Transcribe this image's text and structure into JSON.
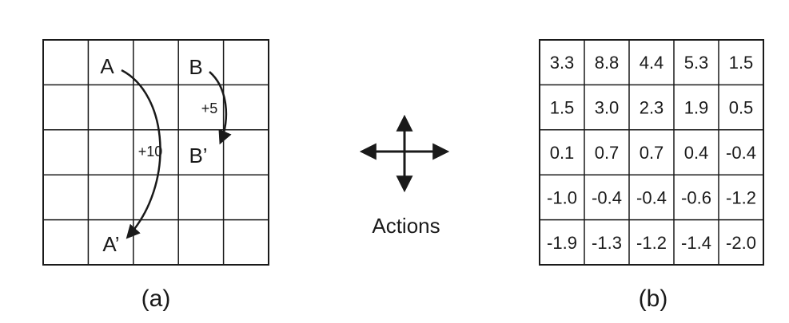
{
  "left_grid": {
    "rows": 5,
    "cols": 5,
    "labels": {
      "a": "A",
      "b": "B",
      "a_prime": "A’",
      "b_prime": "B’",
      "reward_a": "+10",
      "reward_b": "+5"
    },
    "caption": "(a)"
  },
  "actions": {
    "label": "Actions",
    "arrow_icon": "four-way-arrow-icon"
  },
  "right_grid": {
    "rows": [
      [
        "3.3",
        "8.8",
        "4.4",
        "5.3",
        "1.5"
      ],
      [
        "1.5",
        "3.0",
        "2.3",
        "1.9",
        "0.5"
      ],
      [
        "0.1",
        "0.7",
        "0.7",
        "0.4",
        "-0.4"
      ],
      [
        "-1.0",
        "-0.4",
        "-0.4",
        "-0.6",
        "-1.2"
      ],
      [
        "-1.9",
        "-1.3",
        "-1.2",
        "-1.4",
        "-2.0"
      ]
    ],
    "caption": "(b)"
  }
}
